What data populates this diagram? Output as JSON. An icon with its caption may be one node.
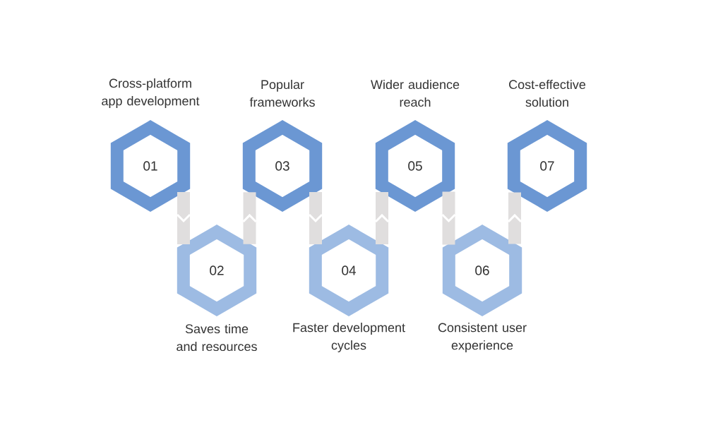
{
  "diagram": {
    "nodes": [
      {
        "text": [
          "01"
        ],
        "beside": [
          "Cross-platform app development"
        ]
      },
      {
        "text": [
          "02"
        ],
        "beside": [
          "Saves time and resources"
        ]
      },
      {
        "text": [
          "03"
        ],
        "beside": [
          "Popular frameworks"
        ]
      },
      {
        "text": [
          "04"
        ],
        "beside": [
          "Faster development cycles"
        ]
      },
      {
        "text": [
          "05"
        ],
        "beside": [
          "Wider audience reach"
        ]
      },
      {
        "text": [
          "06"
        ],
        "beside": [
          "Consistent user experience"
        ]
      },
      {
        "text": [
          "07"
        ],
        "beside": [
          "Cost-effective solution"
        ]
      }
    ],
    "edges": [
      {
        "from": 0,
        "to": 1,
        "arrow": "to"
      },
      {
        "from": 1,
        "to": 2,
        "arrow": "to"
      },
      {
        "from": 2,
        "to": 3,
        "arrow": "to"
      },
      {
        "from": 3,
        "to": 4,
        "arrow": "to"
      },
      {
        "from": 4,
        "to": 5,
        "arrow": "to"
      },
      {
        "from": 5,
        "to": 6,
        "arrow": "to"
      }
    ]
  }
}
